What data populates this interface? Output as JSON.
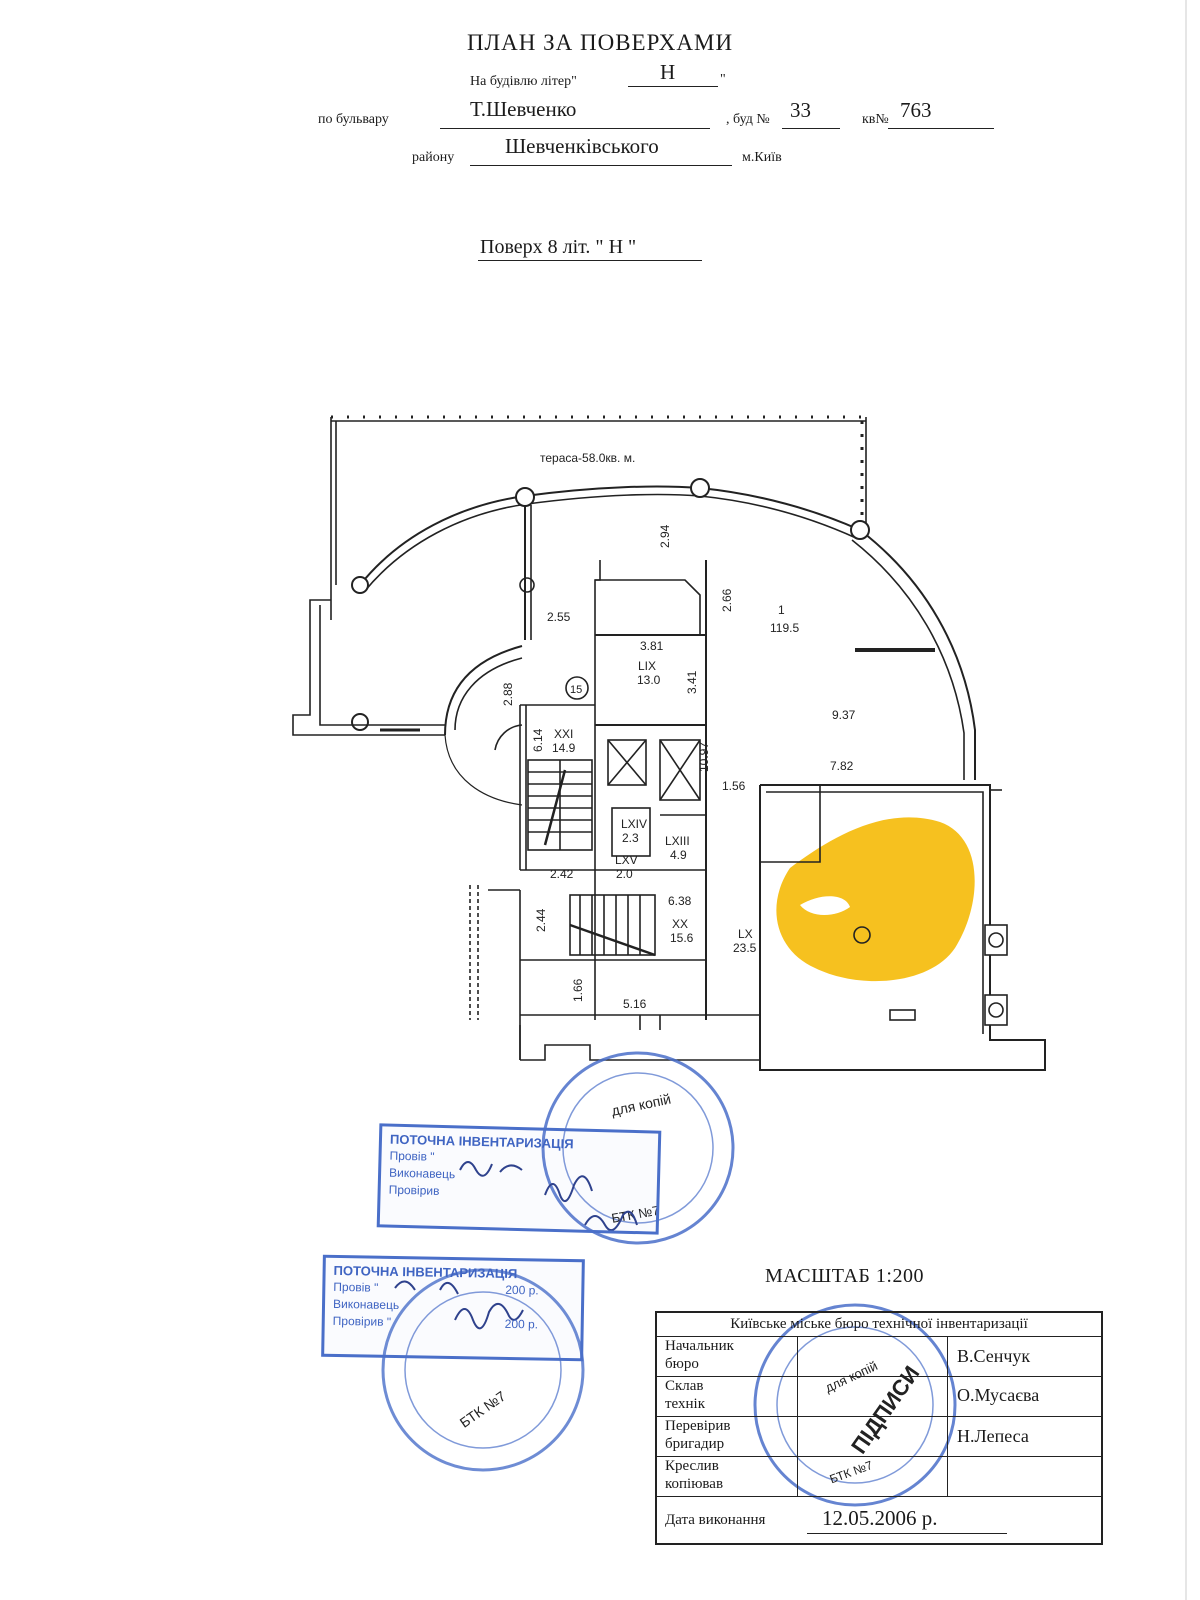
{
  "header": {
    "title": "ПЛАН ЗА ПОВЕРХАМИ",
    "building_label": "На будівлю літер\"",
    "building_value": "Н",
    "building_close": "\"",
    "street_label": "по бульвару",
    "street_value": "Т.Шевченко",
    "house_label": ", буд №",
    "house_value": "33",
    "apartment_label": "кв№",
    "apartment_value": "763",
    "district_label": "району",
    "district_value": "Шевченківського",
    "city_label": "м.Київ"
  },
  "floor_heading": "Поверх 8  літ. \" Н  \"",
  "plan": {
    "terrace_label": "тераса-58.0кв. м.",
    "room_1": {
      "number": "1",
      "area": "119.5"
    },
    "room_lix": {
      "number": "LIX",
      "area": "13.0"
    },
    "room_xxi": {
      "number": "XXI",
      "area": "14.9"
    },
    "room_lxiv": {
      "number": "LXIV",
      "area": "2.3"
    },
    "room_lxiii": {
      "number": "LXIII",
      "area": "4.9"
    },
    "room_lxv": {
      "number": "LXV",
      "area": "2.0"
    },
    "room_xx": {
      "number": "XX",
      "area": "15.6"
    },
    "room_lx": {
      "number": "LX",
      "area": "23.5"
    },
    "axis_marker": "15",
    "dims": {
      "d294": "2.94",
      "d266": "2.66",
      "d255": "2.55",
      "d381": "3.81",
      "d341": "3.41",
      "d288": "2.88",
      "d937": "9.37",
      "d614": "6.14",
      "d1097": "10.97",
      "d782": "7.82",
      "d156": "1.56",
      "d242": "2.42",
      "d638": "6.38",
      "d244": "2.44",
      "d166": "1.66",
      "d516": "5.16"
    },
    "highlight_color": "#f5b800"
  },
  "stamps": {
    "stamp1": {
      "heading": "ПОТОЧНА ІНВЕНТАРИЗАЦІЯ",
      "line1": "Провів \"",
      "line2": "Виконавець",
      "line3": "Провірив"
    },
    "stamp2": {
      "heading": "ПОТОЧНА ІНВЕНТАРИЗАЦІЯ",
      "line1": "Провів \"",
      "line1_suffix": "200   р.",
      "line2": "Виконавець",
      "line3": "Провірив \"",
      "line3_suffix": "200   р."
    },
    "round_text": "для копій",
    "round_text_b": "БТК №7",
    "signature_word": "ПІДПИСИ",
    "stamp_color": "#4a6fc9"
  },
  "scale": "МАСШТАБ  1:200",
  "title_block": {
    "office": "Київське міське бюро технічної інвентаризації",
    "rows": [
      {
        "role_line1": "Начальник",
        "role_line2": "бюро",
        "name": "В.Сенчук"
      },
      {
        "role_line1": "Склав",
        "role_line2": "технік",
        "name": "О.Мусаєва"
      },
      {
        "role_line1": "Перевірив",
        "role_line2": "бригадир",
        "name": "Н.Лепеса"
      },
      {
        "role_line1": "Креслив",
        "role_line2": "копіював",
        "name": ""
      }
    ],
    "date_label": "Дата виконання",
    "date_value": "12.05.2006 р."
  }
}
